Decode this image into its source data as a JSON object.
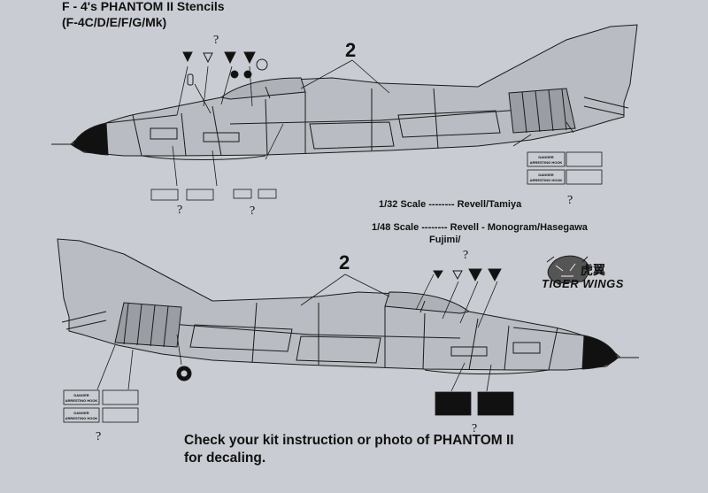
{
  "title": {
    "line1": "F - 4's PHANTOM II   Stencils",
    "line2": "(F-4C/D/E/F/G/Mk)"
  },
  "scales": {
    "s32": "1/32 Scale -------- Revell/Tamiya",
    "s48_line1": "1/48 Scale -------- Revell - Monogram/Hasegawa",
    "s48_line2": "Fujimi/"
  },
  "footer": {
    "line1": "Check your kit instruction or photo of PHANTOM II",
    "line2": "for decaling."
  },
  "brand": {
    "name": "TIGER WINGS",
    "cjk": "虎翼",
    "logo_icon": "tiger-head-icon"
  },
  "markers": {
    "question": "?",
    "number": "2"
  },
  "stencils": {
    "danger": "DANGER",
    "arresting_hook": "ARRESTING HOOK"
  }
}
